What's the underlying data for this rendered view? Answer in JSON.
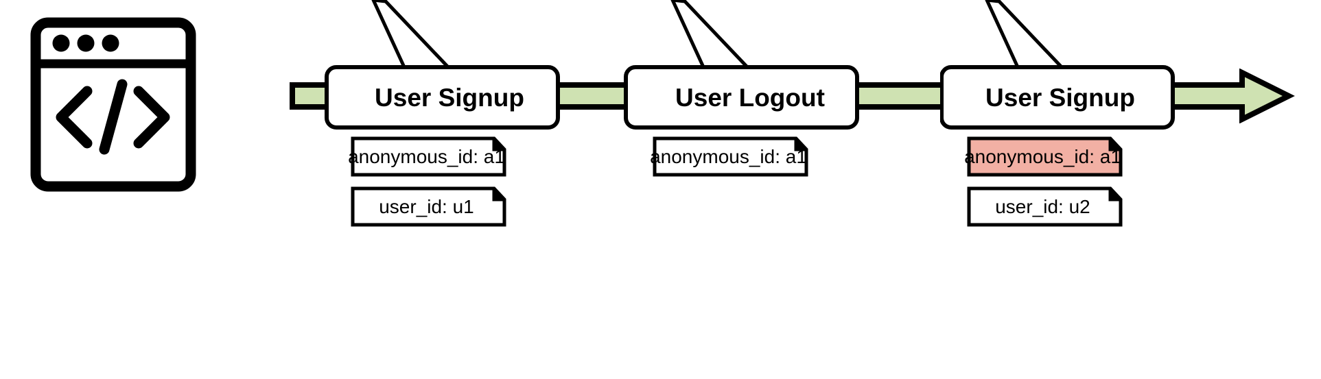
{
  "diagram": {
    "title_icon": "code-window-icon",
    "timeline": {
      "label": "event-timeline-arrow",
      "direction": "left-to-right",
      "fill_color": "#cfe2b2",
      "stroke_color": "#000000"
    },
    "colors": {
      "timeline_green": "#cfe2b2",
      "highlight_red": "#f2b0a4",
      "box_fill": "#ffffff",
      "stroke": "#000000"
    },
    "events": [
      {
        "name": "User Signup",
        "tags": [
          {
            "text": "anonymous_id: a1",
            "highlighted": false
          },
          {
            "text": "user_id: u1",
            "highlighted": false
          }
        ]
      },
      {
        "name": "User Logout",
        "tags": [
          {
            "text": "anonymous_id: a1",
            "highlighted": false
          }
        ]
      },
      {
        "name": "User Signup",
        "tags": [
          {
            "text": "anonymous_id: a1",
            "highlighted": true
          },
          {
            "text": "user_id: u2",
            "highlighted": false
          }
        ]
      }
    ]
  }
}
